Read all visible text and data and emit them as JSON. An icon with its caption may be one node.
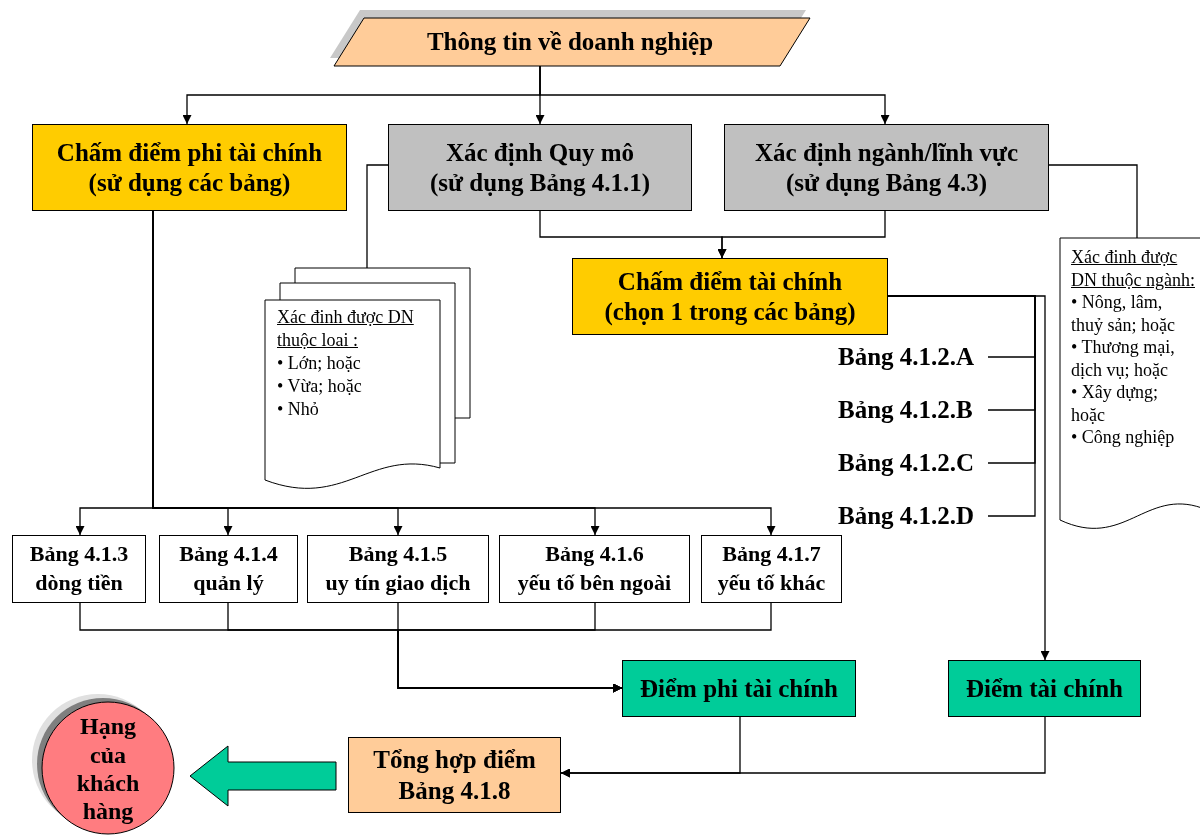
{
  "diagram": {
    "nodes": [
      {
        "text": [
          "Thông tin về doanh nghiệp"
        ]
      },
      {
        "text": [
          "Chấm điểm phi tài chính",
          "(sử dụng các bảng)"
        ]
      },
      {
        "text": [
          "Xác định Quy mô",
          "(sử dụng Bảng 4.1.1)"
        ]
      },
      {
        "text": [
          "Xác định ngành/lĩnh vực",
          "(sử dụng Bảng 4.3)"
        ]
      },
      {
        "text": [
          "Xác đinh được DN thuộc loai :",
          "• Lớn; hoặc",
          "• Vừa; hoặc",
          "• Nhỏ"
        ]
      },
      {
        "text": [
          "Chấm điểm tài chính",
          "(chọn 1 trong các bảng)"
        ]
      },
      {
        "text": [
          "Xác đinh được DN thuộc ngành:",
          "• Nông, lâm, thuỷ sản; hoặc",
          "• Thương mại, dịch vụ; hoặc",
          "• Xây dựng; hoặc",
          "• Công nghiệp"
        ]
      },
      {
        "text": [
          "Bảng 4.1.2.A"
        ]
      },
      {
        "text": [
          "Bảng 4.1.2.B"
        ]
      },
      {
        "text": [
          "Bảng 4.1.2.C"
        ]
      },
      {
        "text": [
          "Bảng 4.1.2.D"
        ]
      },
      {
        "text": [
          "Bảng 4.1.3",
          "dòng tiền"
        ]
      },
      {
        "text": [
          "Bảng 4.1.4",
          "quản lý"
        ]
      },
      {
        "text": [
          "Bảng 4.1.5",
          "uy tín giao dịch"
        ]
      },
      {
        "text": [
          "Bảng 4.1.6",
          "yếu tố bên ngoài"
        ]
      },
      {
        "text": [
          "Bảng 4.1.7",
          "yếu tố khác"
        ]
      },
      {
        "text": [
          "Điểm phi tài chính"
        ]
      },
      {
        "text": [
          "Điểm tài chính"
        ]
      },
      {
        "text": [
          "Tổng hợp điểm Bảng 4.1.8"
        ]
      },
      {
        "text": [
          "Hạng của khách hàng"
        ]
      }
    ],
    "edges": [
      {
        "from": 0,
        "to": 1,
        "arrow": "to"
      },
      {
        "from": 0,
        "to": 2,
        "arrow": "to"
      },
      {
        "from": 0,
        "to": 3,
        "arrow": "to"
      },
      {
        "from": 2,
        "to": 4,
        "arrow": "none"
      },
      {
        "from": 3,
        "to": 6,
        "arrow": "none"
      },
      {
        "from": 2,
        "to": 5,
        "arrow": "to"
      },
      {
        "from": 3,
        "to": 5,
        "arrow": "to"
      },
      {
        "from": 5,
        "to": 7,
        "arrow": "none"
      },
      {
        "from": 5,
        "to": 8,
        "arrow": "none"
      },
      {
        "from": 5,
        "to": 9,
        "arrow": "none"
      },
      {
        "from": 5,
        "to": 10,
        "arrow": "none"
      },
      {
        "from": 5,
        "to": 17,
        "arrow": "to"
      },
      {
        "from": 1,
        "to": 11,
        "arrow": "to"
      },
      {
        "from": 1,
        "to": 12,
        "arrow": "to"
      },
      {
        "from": 1,
        "to": 13,
        "arrow": "to"
      },
      {
        "from": 1,
        "to": 14,
        "arrow": "to"
      },
      {
        "from": 1,
        "to": 15,
        "arrow": "to"
      },
      {
        "from": 11,
        "to": 16,
        "arrow": "to"
      },
      {
        "from": 12,
        "to": 16,
        "arrow": "to"
      },
      {
        "from": 13,
        "to": 16,
        "arrow": "to"
      },
      {
        "from": 14,
        "to": 16,
        "arrow": "to"
      },
      {
        "from": 15,
        "to": 16,
        "arrow": "to"
      },
      {
        "from": 16,
        "to": 18,
        "arrow": "to"
      },
      {
        "from": 17,
        "to": 18,
        "arrow": "to"
      },
      {
        "from": 18,
        "to": 19,
        "arrow": "to",
        "style": "thick",
        "color": "#00cc99"
      }
    ]
  }
}
